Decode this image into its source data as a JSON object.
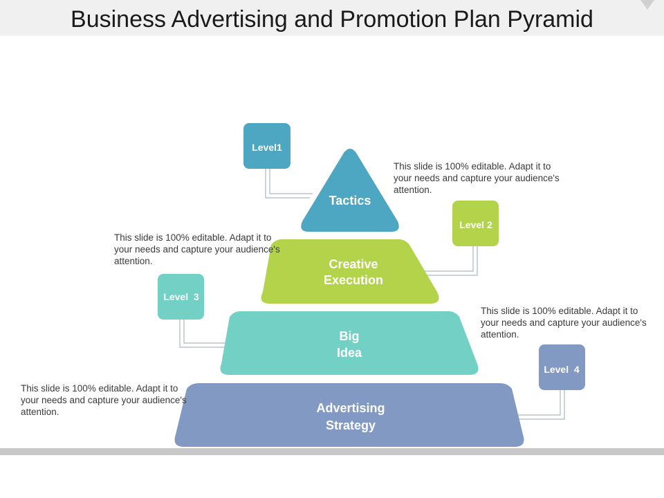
{
  "title": "Business Advertising and Promotion Plan Pyramid",
  "colors": {
    "tactics": "#4ea7c2",
    "creative": "#b3d34a",
    "big_idea": "#72d0c4",
    "strategy": "#8199c3",
    "connector": "#a9b6c4"
  },
  "tiers": [
    {
      "line1": "Tactics",
      "line2": ""
    },
    {
      "line1": "Creative",
      "line2": "Execution"
    },
    {
      "line1": "Big",
      "line2": "Idea"
    },
    {
      "line1": "Advertising",
      "line2": "Strategy"
    }
  ],
  "levels": [
    {
      "label": "Level1"
    },
    {
      "label": "Level 2"
    },
    {
      "label": "Level  3"
    },
    {
      "label": "Level  4"
    }
  ],
  "descriptions": [
    {
      "text": "This slide is 100% editable. Adapt it to your needs and capture your audience's attention."
    },
    {
      "text": "This slide is 100% editable. Adapt it to your needs and capture your audience's attention."
    },
    {
      "text": "This slide is 100% editable. Adapt it to your needs and capture your audience's attention."
    },
    {
      "text": "This slide is 100% editable. Adapt it to your needs and capture your audience's attention."
    }
  ]
}
